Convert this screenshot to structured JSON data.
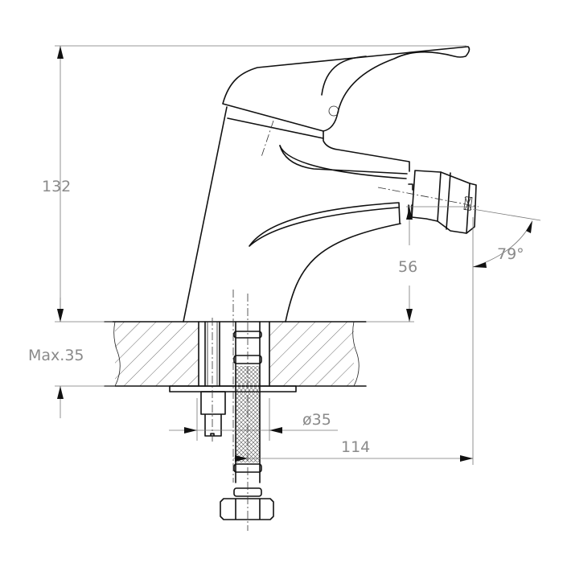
{
  "title": "Bidet mixer technical drawing",
  "dimensions": {
    "height_total": "132",
    "spout_height": "56",
    "angle": "79°",
    "max_thickness": "Max.35",
    "hole_diameter": "ø35",
    "reach": "114"
  },
  "colors": {
    "line": "#111111",
    "dimension": "#8a8a8a"
  }
}
